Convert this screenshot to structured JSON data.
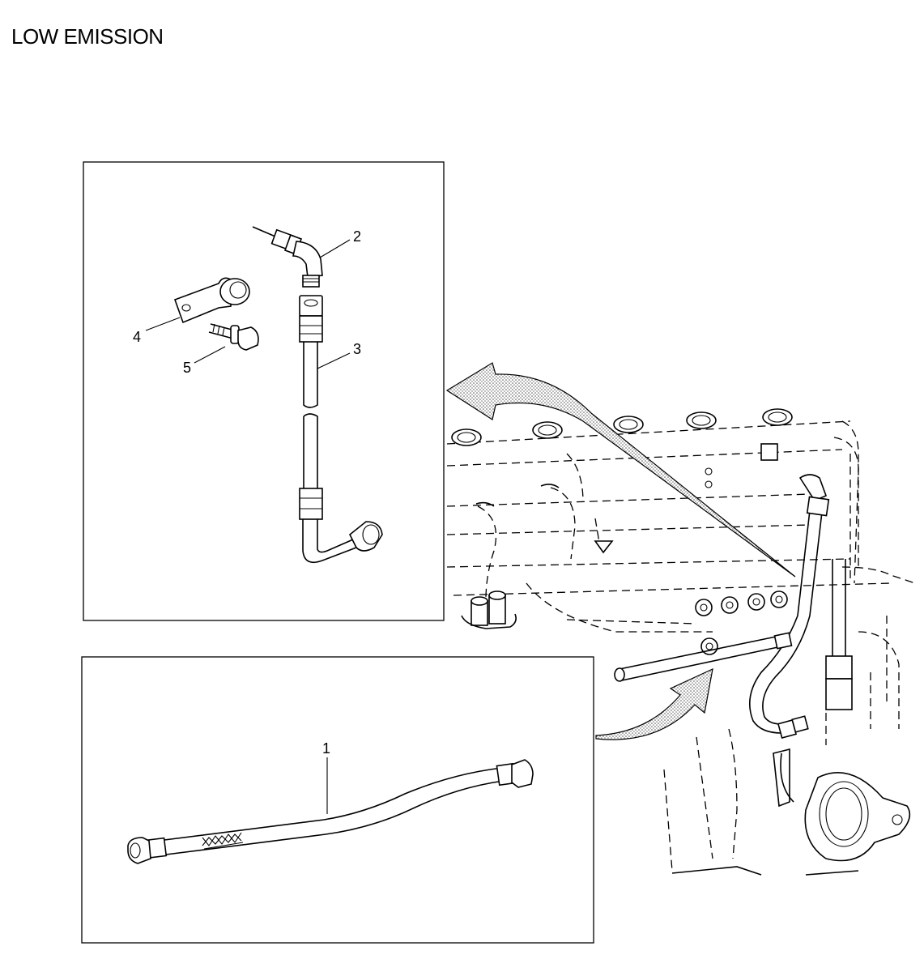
{
  "header": {
    "title": "LOW EMISSION"
  },
  "callouts": {
    "item1": "1",
    "item2": "2",
    "item3": "3",
    "item4": "4",
    "item5": "5"
  }
}
